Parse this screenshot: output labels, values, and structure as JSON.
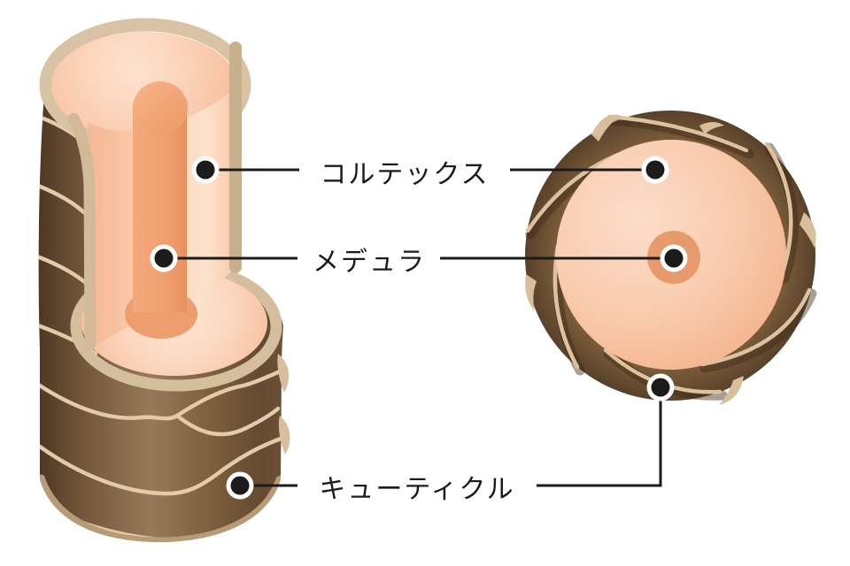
{
  "canvas": {
    "background": "#FFFFFF"
  },
  "figure": {
    "kind": "hair-shaft-anatomy-diagram"
  },
  "labels": {
    "cortex": "コルテックス",
    "medulla": "メデュラ",
    "cuticle": "キューティクル"
  },
  "colors": {
    "leader_line": "#1B1B1B",
    "label_text": "#1B1B1B",
    "callout_dot": "#1B1B1B",
    "callout_dot_ring": "#FFFFFF",
    "cuticle_dark": "#543D29",
    "cuticle_mid": "#7B5D3D",
    "cuticle_light": "#977955",
    "scale_edge_cream": "#DFC5A2",
    "cut_edge_cream": "#D9C3A5",
    "cortex_pink_light": "#FDE2CE",
    "cortex_pink_deep": "#F6BC99",
    "medulla_orange": "#E79A6B",
    "medulla_column": "#F0A172"
  }
}
